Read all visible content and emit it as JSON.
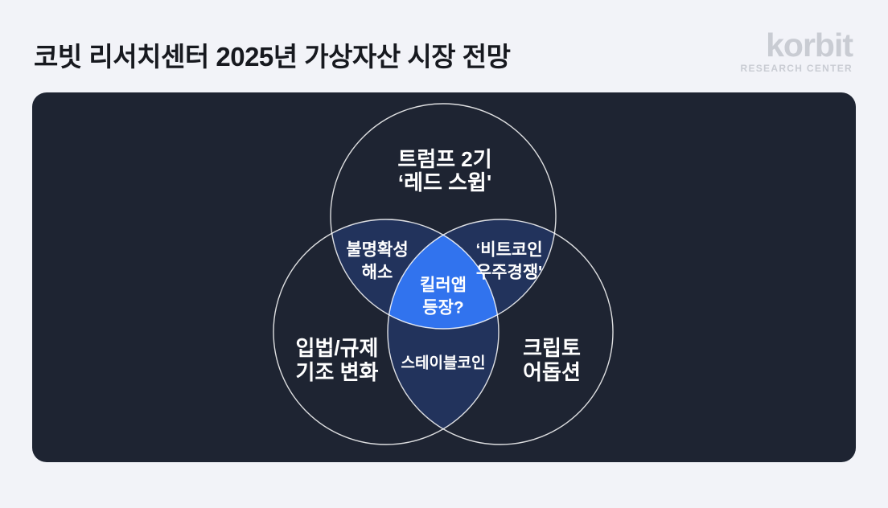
{
  "page": {
    "background": "#f2f3f8"
  },
  "header": {
    "title": "코빗 리서치센터 2025년 가상자산 시장 전망",
    "logo": {
      "brand": "korbit",
      "subtitle": "RESEARCH CENTER"
    }
  },
  "colors": {
    "panel": "#1e2432",
    "lens": "#22335c",
    "center": "#3173ee",
    "circle_outline": "#ffffff",
    "label_text": "#ffffff",
    "title_text": "#17191f",
    "logo_gray": "#c9ccd3"
  },
  "venn": {
    "circle_top": {
      "line1": "트럼프 2기",
      "line2": "‘레드 스윕'"
    },
    "circle_left": {
      "line1": "입법/규제",
      "line2": "기조 변화"
    },
    "circle_right": {
      "line1": "크립토",
      "line2": "어돕션"
    },
    "overlap_top_left": {
      "line1": "불명확성",
      "line2": "해소"
    },
    "overlap_top_right": {
      "line1": "‘비트코인",
      "line2": "우주경쟁'"
    },
    "overlap_bottom": {
      "line1": "스테이블코인"
    },
    "overlap_center": {
      "line1": "킬러앱",
      "line2": "등장?"
    }
  }
}
